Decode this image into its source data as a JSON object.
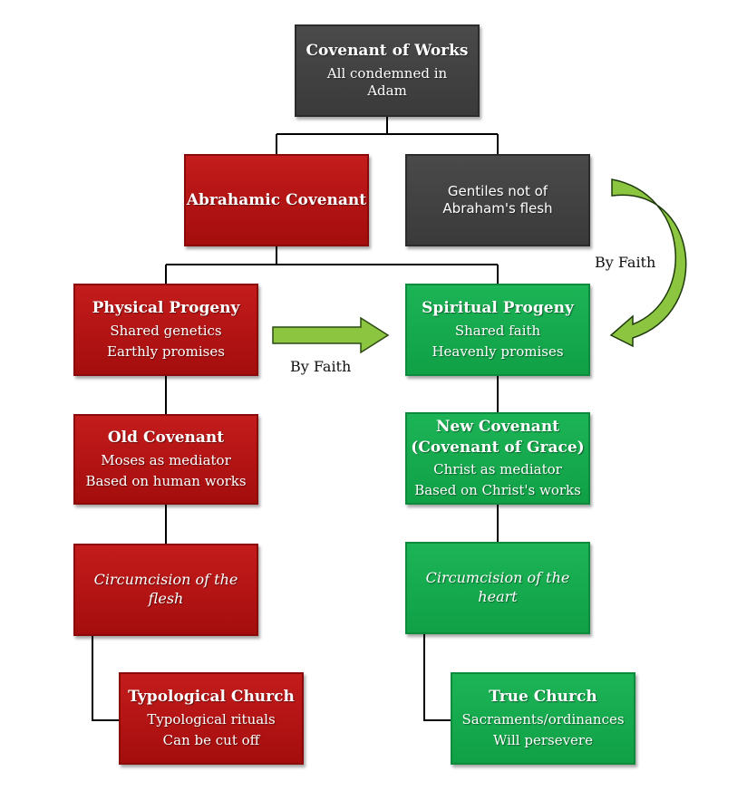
{
  "nodes": {
    "works": {
      "title": "Covenant of Works",
      "lines": [
        "All condemned in",
        "Adam"
      ]
    },
    "abrahamic": {
      "title": "Abrahamic Covenant"
    },
    "gentiles": {
      "lines": [
        "Gentiles not of",
        "Abraham's flesh"
      ]
    },
    "physical": {
      "title": "Physical Progeny",
      "lines": [
        "Shared genetics",
        "Earthly promises"
      ]
    },
    "spiritual": {
      "title": "Spiritual Progeny",
      "lines": [
        "Shared faith",
        "Heavenly promises"
      ]
    },
    "old": {
      "title": "Old Covenant",
      "lines": [
        "Moses as mediator",
        "Based on human works"
      ]
    },
    "new": {
      "title_lines": [
        "New Covenant",
        "(Covenant of Grace)"
      ],
      "lines": [
        "Christ as mediator",
        "Based on Christ's works"
      ]
    },
    "circ_flesh": {
      "lines": [
        "Circumcision of the",
        "flesh"
      ]
    },
    "circ_heart": {
      "lines": [
        "Circumcision of the",
        "heart"
      ]
    },
    "typological": {
      "title": "Typological Church",
      "lines": [
        "Typological rituals",
        "Can be cut off"
      ]
    },
    "true": {
      "title": "True Church",
      "lines": [
        "Sacraments/ordinances",
        "Will persevere"
      ]
    }
  },
  "labels": {
    "by_faith_middle": "By Faith",
    "by_faith_right": "By Faith"
  },
  "colors": {
    "dark": "#3f3f3f",
    "red": "#b31212",
    "green": "#15aa4d",
    "arrow": "#8cc641"
  }
}
